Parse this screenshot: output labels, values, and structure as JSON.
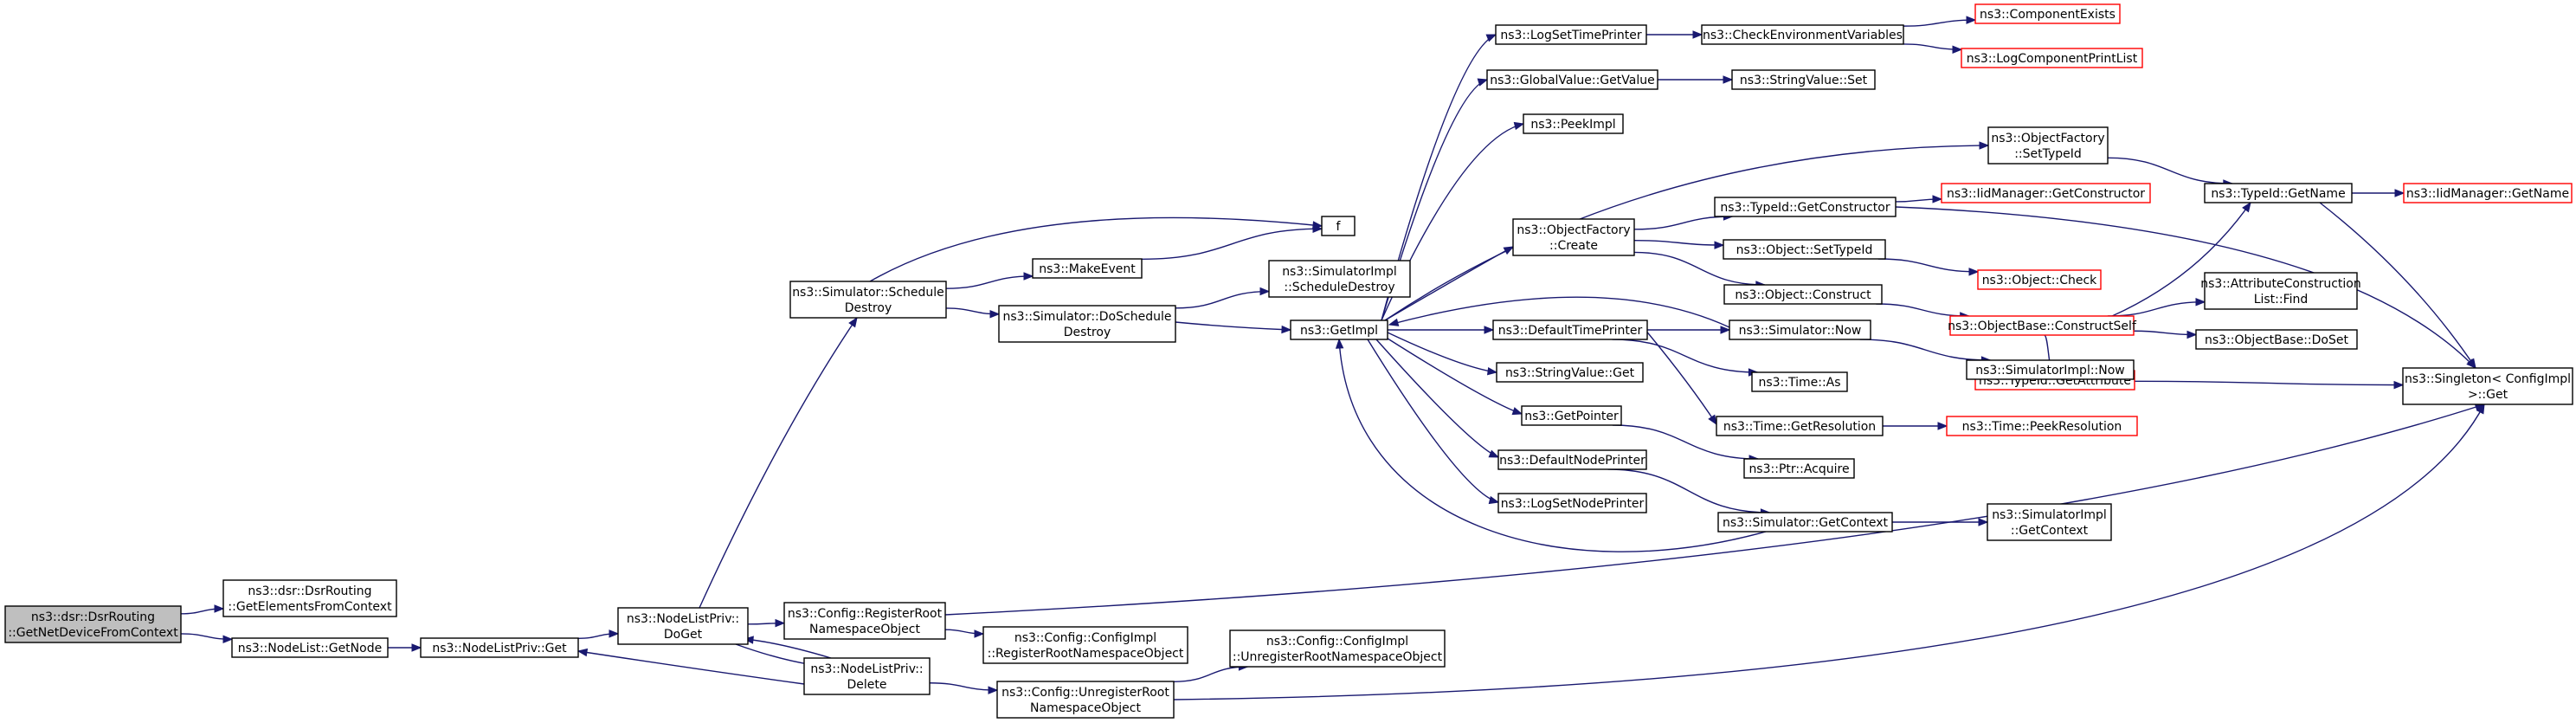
{
  "colors": {
    "edge": "#191970",
    "root_fill": "#bfbfbf",
    "truncated_border": "#ff0000",
    "box_border": "#000000"
  },
  "nodes": [
    {
      "id": "root",
      "lines": [
        "ns3::dsr::DsrRouting",
        "::GetNetDeviceFromContext"
      ],
      "style": "root"
    },
    {
      "id": "getElements",
      "lines": [
        "ns3::dsr::DsrRouting",
        "::GetElementsFromContext"
      ]
    },
    {
      "id": "nodeListGetNode",
      "lines": [
        "ns3::NodeList::GetNode"
      ]
    },
    {
      "id": "nodeListPrivGet",
      "lines": [
        "ns3::NodeListPriv::Get"
      ]
    },
    {
      "id": "nodeListPrivDoGet",
      "lines": [
        "ns3::NodeListPriv::",
        "DoGet"
      ]
    },
    {
      "id": "registerRootNs",
      "lines": [
        "ns3::Config::RegisterRoot",
        "NamespaceObject"
      ]
    },
    {
      "id": "nodeListPrivDelete",
      "lines": [
        "ns3::NodeListPriv::",
        "Delete"
      ]
    },
    {
      "id": "configImplRegister",
      "lines": [
        "ns3::Config::ConfigImpl",
        "::RegisterRootNamespaceObject"
      ]
    },
    {
      "id": "unregisterRootNs",
      "lines": [
        "ns3::Config::UnregisterRoot",
        "NamespaceObject"
      ]
    },
    {
      "id": "configImplUnregister",
      "lines": [
        "ns3::Config::ConfigImpl",
        "::UnregisterRootNamespaceObject"
      ]
    },
    {
      "id": "simScheduleDestroy",
      "lines": [
        "ns3::Simulator::Schedule",
        "Destroy"
      ]
    },
    {
      "id": "makeEvent",
      "lines": [
        "ns3::MakeEvent"
      ]
    },
    {
      "id": "f",
      "lines": [
        "f"
      ]
    },
    {
      "id": "simDoScheduleDestroy",
      "lines": [
        "ns3::Simulator::DoSchedule",
        "Destroy"
      ]
    },
    {
      "id": "simImplScheduleDestroy",
      "lines": [
        "ns3::SimulatorImpl",
        "::ScheduleDestroy"
      ]
    },
    {
      "id": "getImpl",
      "lines": [
        "ns3::GetImpl"
      ]
    },
    {
      "id": "logSetTimePrinter",
      "lines": [
        "ns3::LogSetTimePrinter"
      ]
    },
    {
      "id": "checkEnvVars",
      "lines": [
        "ns3::CheckEnvironmentVariables"
      ]
    },
    {
      "id": "componentExists",
      "lines": [
        "ns3::ComponentExists"
      ],
      "style": "truncated"
    },
    {
      "id": "logComponentPrintList",
      "lines": [
        "ns3::LogComponentPrintList"
      ],
      "style": "truncated"
    },
    {
      "id": "globalValueGetValue",
      "lines": [
        "ns3::GlobalValue::GetValue"
      ]
    },
    {
      "id": "stringValueSet",
      "lines": [
        "ns3::StringValue::Set"
      ]
    },
    {
      "id": "peekImpl",
      "lines": [
        "ns3::PeekImpl"
      ]
    },
    {
      "id": "objFactorySetTypeId",
      "lines": [
        "ns3::ObjectFactory",
        "::SetTypeId"
      ]
    },
    {
      "id": "typeIdGetName",
      "lines": [
        "ns3::TypeId::GetName"
      ]
    },
    {
      "id": "iidManagerGetName",
      "lines": [
        "ns3::IidManager::GetName"
      ],
      "style": "truncated"
    },
    {
      "id": "objFactoryCreate",
      "lines": [
        "ns3::ObjectFactory",
        "::Create"
      ]
    },
    {
      "id": "typeIdGetConstructor",
      "lines": [
        "ns3::TypeId::GetConstructor"
      ]
    },
    {
      "id": "iidManagerGetConstructor",
      "lines": [
        "ns3::IidManager::GetConstructor"
      ],
      "style": "truncated"
    },
    {
      "id": "objectSetTypeId",
      "lines": [
        "ns3::Object::SetTypeId"
      ]
    },
    {
      "id": "objectCheck",
      "lines": [
        "ns3::Object::Check"
      ],
      "style": "truncated"
    },
    {
      "id": "objectConstruct",
      "lines": [
        "ns3::Object::Construct"
      ]
    },
    {
      "id": "objBaseConstructSelf",
      "lines": [
        "ns3::ObjectBase::ConstructSelf"
      ],
      "style": "truncated"
    },
    {
      "id": "attrConstructionFind",
      "lines": [
        "ns3::AttributeConstruction",
        "List::Find"
      ]
    },
    {
      "id": "objBaseDoSet",
      "lines": [
        "ns3::ObjectBase::DoSet"
      ]
    },
    {
      "id": "typeIdGetAttribute",
      "lines": [
        "ns3::TypeId::GetAttribute"
      ],
      "style": "truncated"
    },
    {
      "id": "singletonGet",
      "lines": [
        "ns3::Singleton< ConfigImpl",
        "  >::Get"
      ]
    },
    {
      "id": "defaultTimePrinter",
      "lines": [
        "ns3::DefaultTimePrinter"
      ]
    },
    {
      "id": "simulatorNow",
      "lines": [
        "ns3::Simulator::Now"
      ]
    },
    {
      "id": "simImplNow",
      "lines": [
        "ns3::SimulatorImpl::Now"
      ]
    },
    {
      "id": "timeAs",
      "lines": [
        "ns3::Time::As"
      ]
    },
    {
      "id": "timeGetResolution",
      "lines": [
        "ns3::Time::GetResolution"
      ]
    },
    {
      "id": "timePeekResolution",
      "lines": [
        "ns3::Time::PeekResolution"
      ],
      "style": "truncated"
    },
    {
      "id": "stringValueGet",
      "lines": [
        "ns3::StringValue::Get"
      ]
    },
    {
      "id": "getPointer",
      "lines": [
        "ns3::GetPointer"
      ]
    },
    {
      "id": "ptrAcquire",
      "lines": [
        "ns3::Ptr::Acquire"
      ]
    },
    {
      "id": "defaultNodePrinter",
      "lines": [
        "ns3::DefaultNodePrinter"
      ]
    },
    {
      "id": "logSetNodePrinter",
      "lines": [
        "ns3::LogSetNodePrinter"
      ]
    },
    {
      "id": "simGetContext",
      "lines": [
        "ns3::Simulator::GetContext"
      ]
    },
    {
      "id": "simImplGetContext",
      "lines": [
        "ns3::SimulatorImpl",
        "::GetContext"
      ]
    }
  ],
  "edges": [
    [
      "root",
      "getElements"
    ],
    [
      "root",
      "nodeListGetNode"
    ],
    [
      "nodeListGetNode",
      "nodeListPrivGet"
    ],
    [
      "nodeListPrivGet",
      "nodeListPrivDoGet"
    ],
    [
      "nodeListPrivDoGet",
      "simScheduleDestroy"
    ],
    [
      "nodeListPrivDoGet",
      "registerRootNs"
    ],
    [
      "nodeListPrivDoGet",
      "nodeListPrivDelete"
    ],
    [
      "nodeListPrivDelete",
      "nodeListPrivDoGet"
    ],
    [
      "nodeListPrivDelete",
      "nodeListPrivGet"
    ],
    [
      "nodeListPrivDelete",
      "unregisterRootNs"
    ],
    [
      "registerRootNs",
      "configImplRegister"
    ],
    [
      "registerRootNs",
      "singletonGet"
    ],
    [
      "unregisterRootNs",
      "configImplUnregister"
    ],
    [
      "unregisterRootNs",
      "singletonGet"
    ],
    [
      "simScheduleDestroy",
      "f"
    ],
    [
      "simScheduleDestroy",
      "makeEvent"
    ],
    [
      "simScheduleDestroy",
      "simDoScheduleDestroy"
    ],
    [
      "makeEvent",
      "f"
    ],
    [
      "simDoScheduleDestroy",
      "simImplScheduleDestroy"
    ],
    [
      "simDoScheduleDestroy",
      "getImpl"
    ],
    [
      "getImpl",
      "logSetTimePrinter"
    ],
    [
      "getImpl",
      "globalValueGetValue"
    ],
    [
      "getImpl",
      "peekImpl"
    ],
    [
      "getImpl",
      "objFactorySetTypeId"
    ],
    [
      "getImpl",
      "objFactoryCreate"
    ],
    [
      "getImpl",
      "defaultTimePrinter"
    ],
    [
      "getImpl",
      "stringValueGet"
    ],
    [
      "getImpl",
      "getPointer"
    ],
    [
      "getImpl",
      "defaultNodePrinter"
    ],
    [
      "getImpl",
      "logSetNodePrinter"
    ],
    [
      "logSetTimePrinter",
      "checkEnvVars"
    ],
    [
      "checkEnvVars",
      "componentExists"
    ],
    [
      "checkEnvVars",
      "logComponentPrintList"
    ],
    [
      "globalValueGetValue",
      "stringValueSet"
    ],
    [
      "objFactorySetTypeId",
      "typeIdGetName"
    ],
    [
      "typeIdGetName",
      "iidManagerGetName"
    ],
    [
      "typeIdGetName",
      "singletonGet"
    ],
    [
      "objFactoryCreate",
      "typeIdGetConstructor"
    ],
    [
      "objFactoryCreate",
      "objectSetTypeId"
    ],
    [
      "objFactoryCreate",
      "objectConstruct"
    ],
    [
      "typeIdGetConstructor",
      "iidManagerGetConstructor"
    ],
    [
      "typeIdGetConstructor",
      "singletonGet"
    ],
    [
      "objectSetTypeId",
      "objectCheck"
    ],
    [
      "objectConstruct",
      "objBaseConstructSelf"
    ],
    [
      "objBaseConstructSelf",
      "typeIdGetName"
    ],
    [
      "objBaseConstructSelf",
      "attrConstructionFind"
    ],
    [
      "objBaseConstructSelf",
      "objBaseDoSet"
    ],
    [
      "objBaseConstructSelf",
      "typeIdGetAttribute"
    ],
    [
      "typeIdGetAttribute",
      "singletonGet"
    ],
    [
      "simulatorNow",
      "getImpl"
    ],
    [
      "simulatorNow",
      "simImplNow"
    ],
    [
      "defaultTimePrinter",
      "simulatorNow"
    ],
    [
      "defaultTimePrinter",
      "timeAs"
    ],
    [
      "defaultTimePrinter",
      "timeGetResolution"
    ],
    [
      "timeGetResolution",
      "timePeekResolution"
    ],
    [
      "getPointer",
      "ptrAcquire"
    ],
    [
      "defaultNodePrinter",
      "simGetContext"
    ],
    [
      "simGetContext",
      "getImpl"
    ],
    [
      "simGetContext",
      "simImplGetContext"
    ]
  ]
}
